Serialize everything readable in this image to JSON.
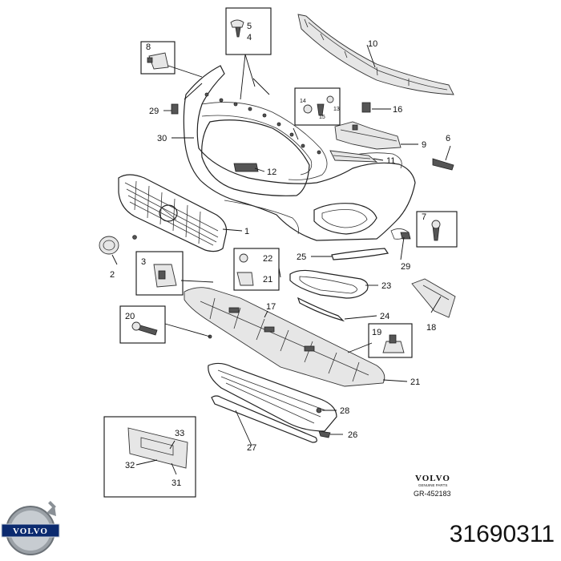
{
  "callouts": {
    "c1": "1",
    "c2": "2",
    "c3": "3",
    "c4": "4",
    "c5": "5",
    "c6": "6",
    "c7": "7",
    "c8": "8",
    "c9": "9",
    "c10": "10",
    "c11": "11",
    "c12": "12",
    "c13": "13",
    "c14": "14",
    "c15": "15",
    "c16": "16",
    "c17": "17",
    "c18": "18",
    "c19": "19",
    "c20": "20",
    "c21a": "21",
    "c21b": "21",
    "c22": "22",
    "c23": "23",
    "c24": "24",
    "c25": "25",
    "c26": "26",
    "c27": "27",
    "c28": "28",
    "c29a": "29",
    "c29b": "29",
    "c30": "30",
    "c31": "31",
    "c32": "32",
    "c33": "33"
  },
  "stamp": {
    "brand": "VOLVO",
    "tagline": "GENUINE PARTS",
    "ref": "GR-452183"
  },
  "footer": {
    "logo_text": "VOLVO",
    "part_number": "31690311"
  },
  "icons": {
    "logo": "volvo-iron-mark-icon"
  }
}
